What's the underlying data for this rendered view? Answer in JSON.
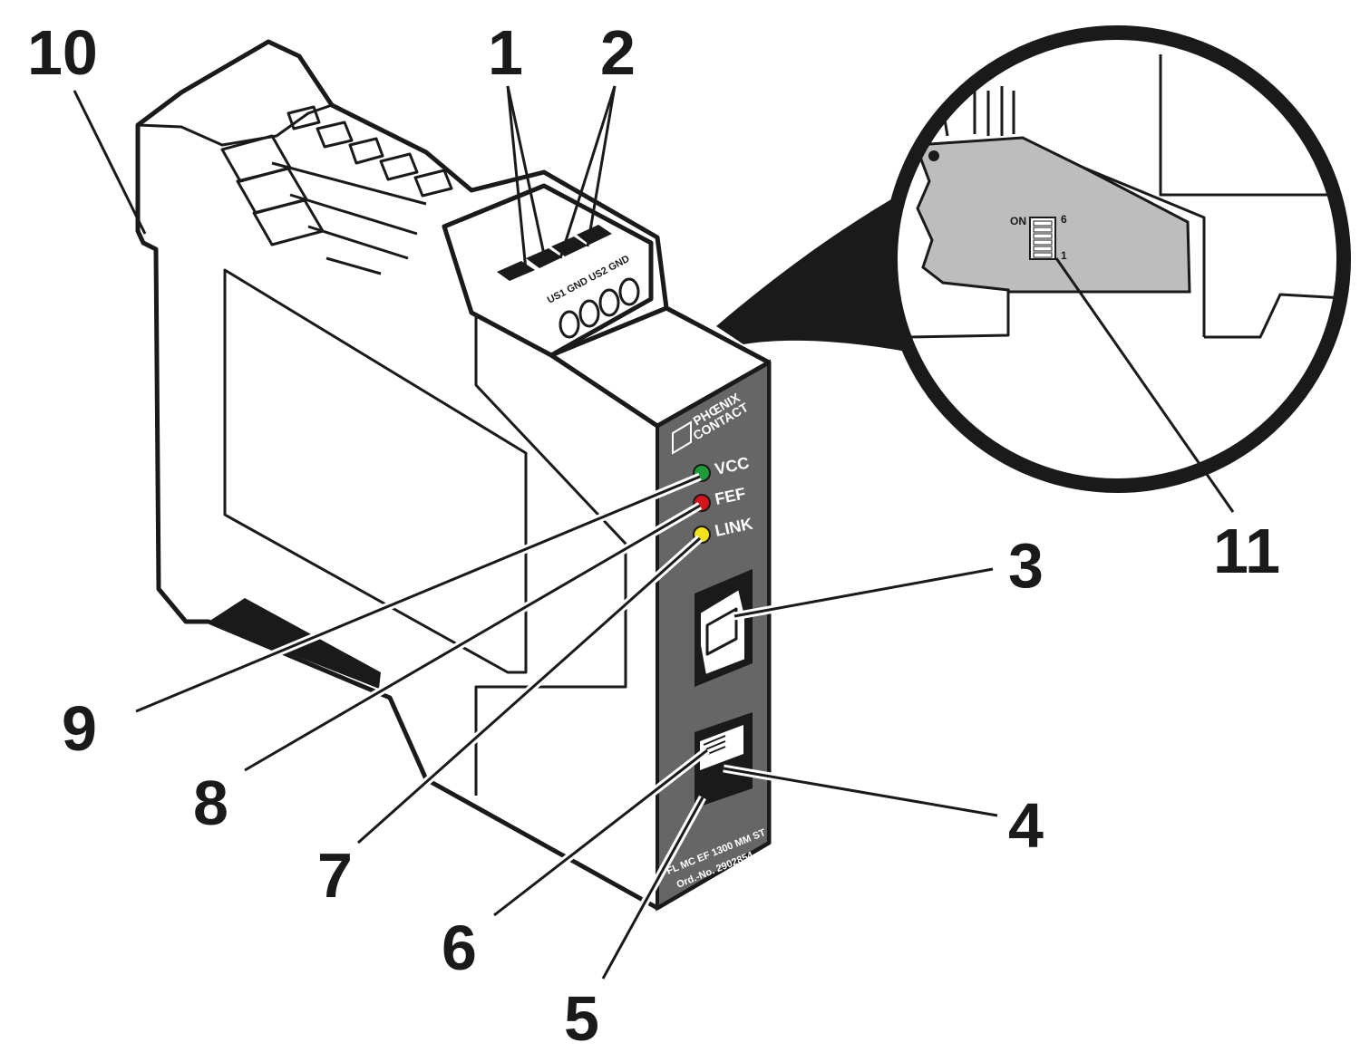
{
  "callouts": {
    "c1": "1",
    "c2": "2",
    "c3": "3",
    "c4": "4",
    "c5": "5",
    "c6": "6",
    "c7": "7",
    "c8": "8",
    "c9": "9",
    "c10": "10",
    "c11": "11"
  },
  "device": {
    "brand_line1": "PHŒNIX",
    "brand_line2": "CONTACT",
    "led_vcc": "VCC",
    "led_fef": "FEF",
    "led_link": "LINK",
    "terminal_labels": "US1 GND US2 GND",
    "model": "FL MC EF 1300 MM ST",
    "order_number": "Ord.-No. 2902854"
  },
  "dip_switch": {
    "on_label": "ON",
    "top_label": "6",
    "bottom_label": "1"
  },
  "colors": {
    "front_panel": "#666666",
    "magnifier_fill": "#bdbdbd",
    "led_vcc": "#1f9a3a",
    "led_fef": "#d4141a",
    "led_link": "#f3e21a"
  }
}
